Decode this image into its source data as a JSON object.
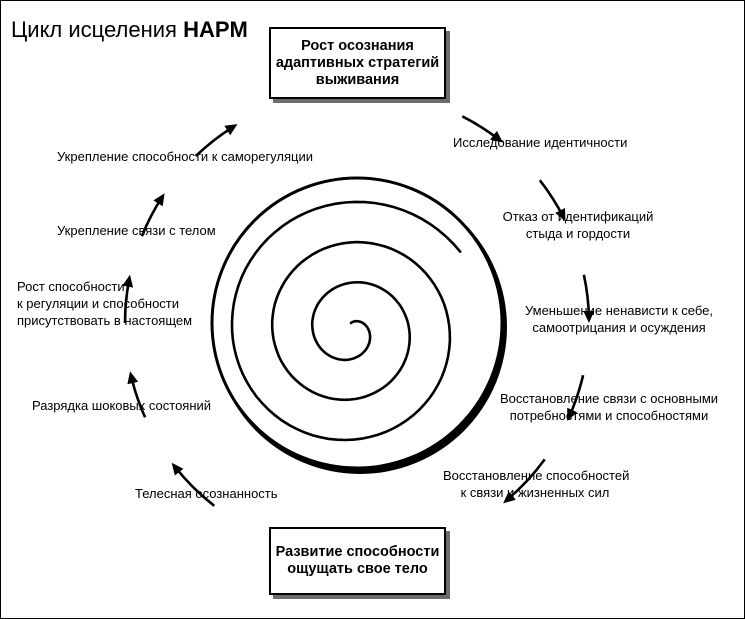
{
  "title": {
    "prefix": "Цикл исцеления",
    "name": "HAPM"
  },
  "boxes": {
    "top": [
      "Рост осознания",
      "адаптивных стратегий",
      "выживания"
    ],
    "bottom": [
      "Развитие способности",
      "ощущать свое тело"
    ]
  },
  "right_stages": [
    [
      "Исследование идентичности"
    ],
    [
      "Отказ от идентификаций",
      "стыда и гордости"
    ],
    [
      "Уменьшение ненависти к себе,",
      "самоотрицания и осуждения"
    ],
    [
      "Восстановление связи с основными",
      "потребностями и способностями"
    ],
    [
      "Восстановление способностей",
      "к связи и жизненных сил"
    ]
  ],
  "left_stages": [
    [
      "Телесная осознанность"
    ],
    [
      "Разрядка шоковых состояний"
    ],
    [
      "Рост способности",
      "к регуляции и способности",
      "присутствовать в настоящем"
    ],
    [
      "Укрепление связи с телом"
    ],
    [
      "Укрепление способности к саморегуляции"
    ]
  ],
  "colors": {
    "ink": "#000000",
    "shadow": "#6d6d6d",
    "background": "#ffffff"
  },
  "icons": [
    "spiral-icon",
    "arrow-icon"
  ]
}
